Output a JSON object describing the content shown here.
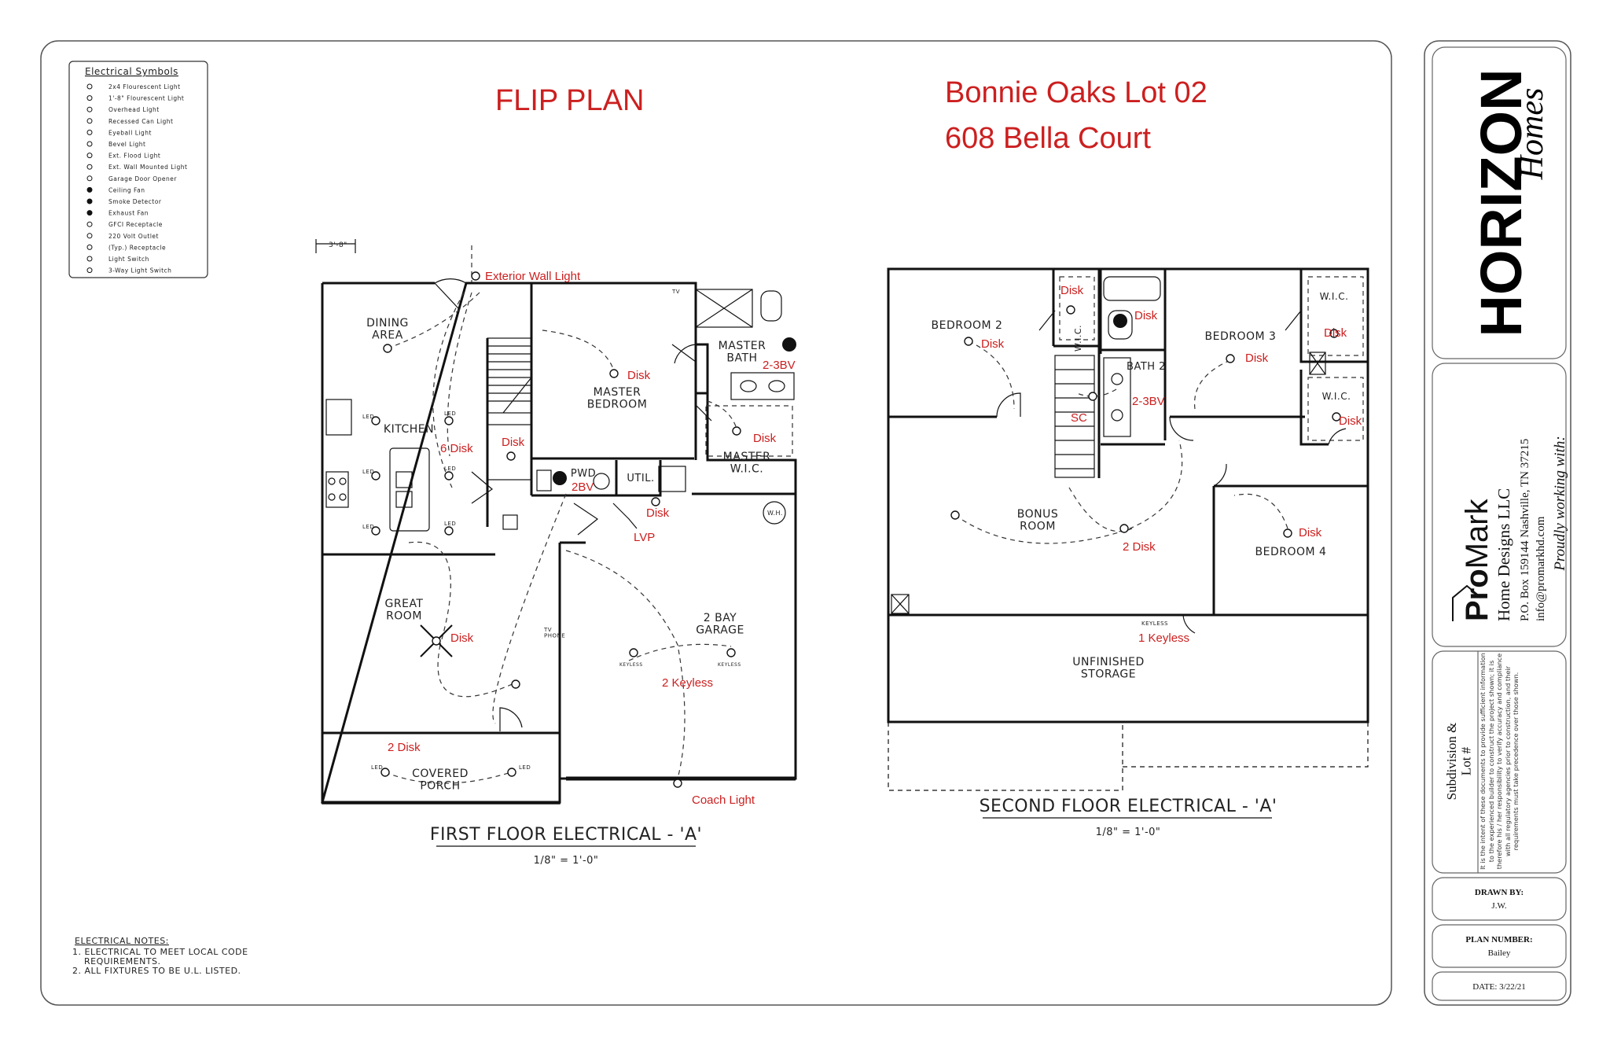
{
  "header": {
    "flip_plan": "FLIP PLAN",
    "project_line1": "Bonnie Oaks Lot 02",
    "project_line2": "608 Bella Court"
  },
  "legend": {
    "title": "Electrical Symbols",
    "items": [
      "2x4 Flourescent Light",
      "1'-8\" Flourescent Light",
      "Overhead Light",
      "Recessed Can Light",
      "Eyeball Light",
      "Bevel Light",
      "Ext. Flood Light",
      "Ext. Wall Mounted Light",
      "Garage Door Opener",
      "Ceiling Fan",
      "Smoke Detector",
      "Exhaust Fan",
      "GFCI Receptacle",
      "220 Volt Outlet",
      "(Typ.) Receptacle",
      "Light Switch",
      "3-Way Light Switch"
    ]
  },
  "first_floor": {
    "title": "FIRST FLOOR ELECTRICAL - 'A'",
    "scale": "1/8\" = 1'-0\"",
    "dim": "3'-8\"",
    "rooms": {
      "dining": "DINING\nAREA",
      "kitchen": "KITCHEN",
      "master_bedroom": "MASTER\nBEDROOM",
      "master_bath": "MASTER\nBATH",
      "master_wic": "MASTER\nW.I.C.",
      "pwd": "PWD",
      "util": "UTIL.",
      "great_room": "GREAT\nROOM",
      "garage": "2 BAY\nGARAGE",
      "porch": "COVERED\nPORCH"
    },
    "notes": {
      "exterior_wall_light": "Exterior Wall Light",
      "kitchen_disk": "6 Disk",
      "master_bedroom_disk": "Disk",
      "master_bath_bv": "2-3BV",
      "master_wic_disk": "Disk",
      "stair_disk": "Disk",
      "pwd_bv": "2BV",
      "util_disk": "Disk",
      "lvp": "LVP",
      "great_room_disk": "Disk",
      "garage_keyless": "2 Keyless",
      "porch_disk": "2 Disk",
      "coach_light": "Coach Light"
    },
    "small": {
      "led": "LED",
      "tv": "TV",
      "tv_phone": "TV\nPHONE",
      "keyless": "KEYLESS",
      "wh": "W.H."
    }
  },
  "second_floor": {
    "title": "SECOND FLOOR ELECTRICAL - 'A'",
    "scale": "1/8\" = 1'-0\"",
    "rooms": {
      "bedroom2": "BEDROOM 2",
      "bedroom3": "BEDROOM 3",
      "bedroom4": "BEDROOM 4",
      "bath2": "BATH 2",
      "wic1": "W.I.C.",
      "wic2": "W.I.C.",
      "wic3": "W.I.C.",
      "bonus": "BONUS\nROOM",
      "storage": "UNFINISHED\nSTORAGE"
    },
    "notes": {
      "bedroom2_disk": "Disk",
      "wic_disk": "Disk",
      "bath_disk": "Disk",
      "bath_bv": "2-3BV",
      "sc": "SC",
      "bedroom3_disk": "Disk",
      "wic2_disk": "Disk",
      "wic3_disk": "Disk",
      "bonus_disk": "2 Disk",
      "bedroom4_disk": "Disk",
      "keyless": "1 Keyless",
      "keyless_small": "KEYLESS"
    }
  },
  "electrical_notes": {
    "title": "ELECTRICAL NOTES:",
    "lines": [
      "1. ELECTRICAL TO MEET LOCAL CODE",
      "REQUIREMENTS.",
      "2. ALL FIXTURES TO BE U.L. LISTED."
    ]
  },
  "title_block": {
    "logo_main": "HORIZON",
    "logo_script": "Homes",
    "proudly": "Proudly working with:",
    "designer_pro": "Pro",
    "designer_mark": "Mark",
    "designer_name": "Home Designs LLC",
    "address": "P.O. Box 159144   Nashville, TN 37215",
    "email": "info@promarkhd.com",
    "subdivision": "Subdivision &\nLot #",
    "disclaimer": "It is the intent of these documents to provide sufficient information to the experienced builder to construct the project shown; it is therefore his / her responsibility to verify accuracy and compliance with all regulatory agencies prior to construction, and their requirements must take precedence over those shown.",
    "drawn_by_label": "DRAWN BY:",
    "drawn_by": "J.W.",
    "plan_number_label": "PLAN NUMBER:",
    "plan_number": "Bailey",
    "date": "DATE: 3/22/21"
  }
}
